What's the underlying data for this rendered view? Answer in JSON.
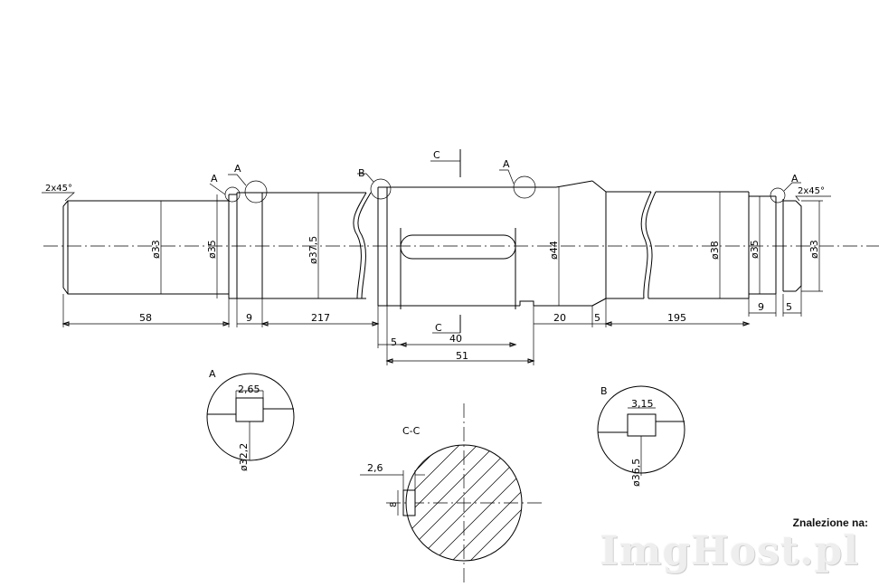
{
  "drawing": {
    "chamfer_left": "2x45°",
    "chamfer_right": "2x45°",
    "detail_refs": [
      "A",
      "A",
      "B",
      "A",
      "A"
    ],
    "section_marks": [
      "C",
      "C"
    ],
    "diameters": [
      "ø33",
      "ø35",
      "ø37,5",
      "ø44",
      "ø38",
      "ø35",
      "ø33"
    ],
    "lengths": [
      "58",
      "9",
      "217",
      "5",
      "40",
      "51",
      "20",
      "5",
      "195",
      "9",
      "5"
    ]
  },
  "detail_a": {
    "label": "A",
    "width": "2,65",
    "diameter": "ø32,2"
  },
  "section_cc": {
    "label": "C-C",
    "depth": "2,6",
    "width": "8"
  },
  "detail_b": {
    "label": "B",
    "width": "3,15",
    "diameter": "ø36,5"
  },
  "watermark": {
    "label": "Znalezione na:",
    "logo": "ImgHost.pl"
  }
}
